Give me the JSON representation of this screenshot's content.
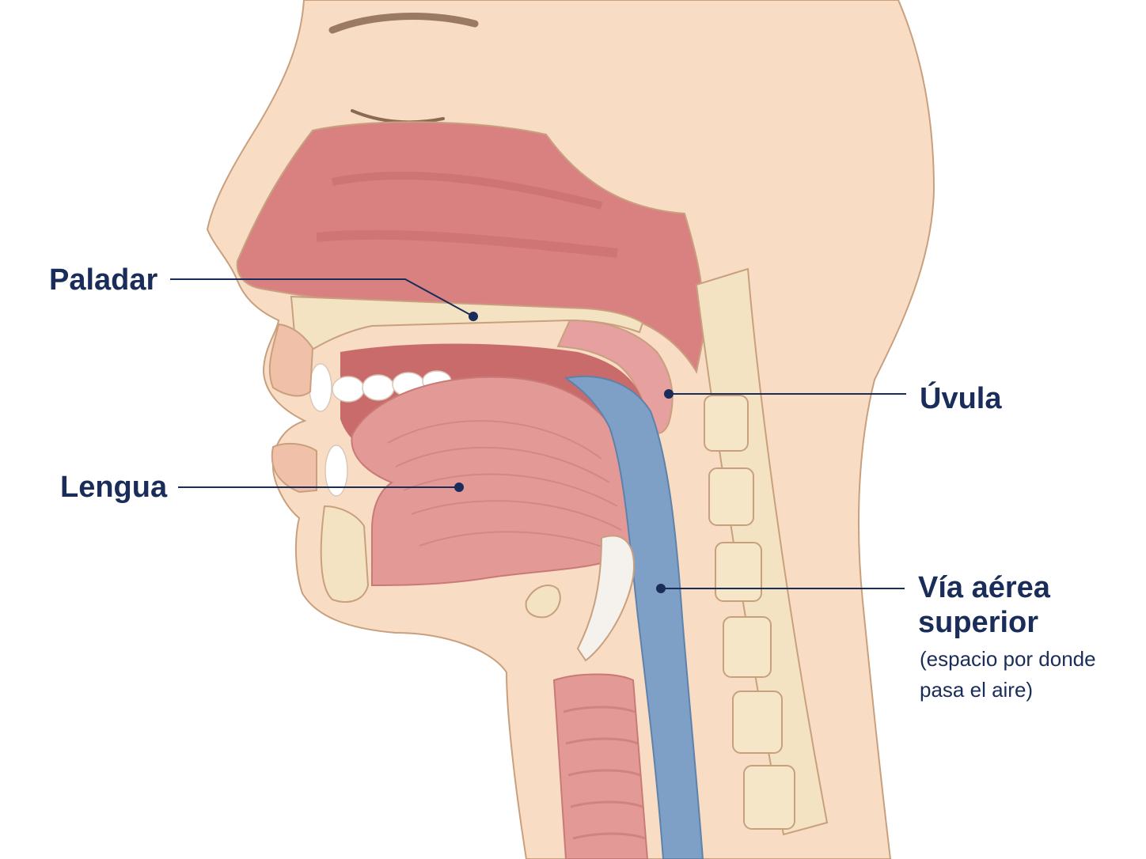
{
  "colors": {
    "skin": "#f8dcc4",
    "skin_outline": "#c9a07e",
    "cavity": "#d97f7f",
    "tissue": "#e8a0a0",
    "bone": "#f3e3c2",
    "airway": "#7ea0c6",
    "label": "#1a2d5a"
  },
  "labels": {
    "paladar": "Paladar",
    "uvula": "Úvula",
    "lengua": "Lengua",
    "via_line1": "Vía aérea",
    "via_line2": "superior",
    "via_sub1": "(espacio por donde",
    "via_sub2": "pasa el aire)"
  }
}
